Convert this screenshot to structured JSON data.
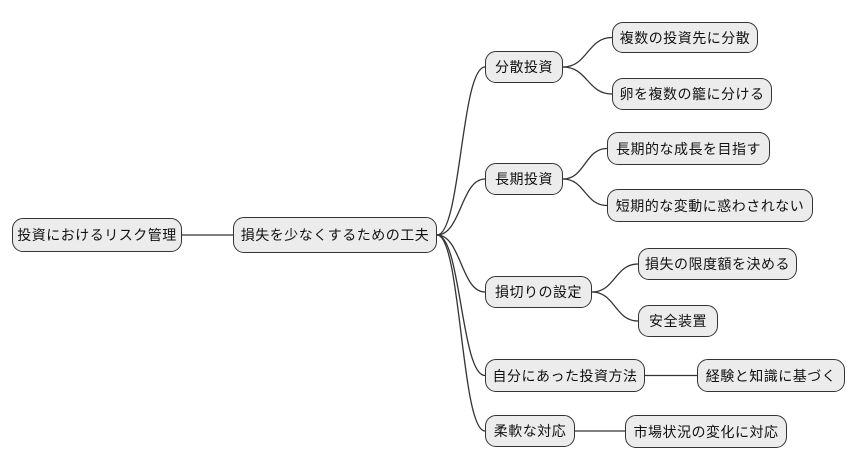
{
  "diagram": {
    "type": "mindmap",
    "background_color": "#ffffff",
    "node_fill_color": "#ececec",
    "node_border_color": "#333333",
    "edge_color": "#333333",
    "text_color": "#111111",
    "nodes": [
      {
        "id": "root",
        "label": "投資におけるリスク管理",
        "parent": null
      },
      {
        "id": "hub",
        "label": "損失を少なくするための工夫",
        "parent": "root"
      },
      {
        "id": "b1",
        "label": "分散投資",
        "parent": "hub"
      },
      {
        "id": "c1a",
        "label": "複数の投資先に分散",
        "parent": "b1"
      },
      {
        "id": "c1b",
        "label": "卵を複数の籠に分ける",
        "parent": "b1"
      },
      {
        "id": "b2",
        "label": "長期投資",
        "parent": "hub"
      },
      {
        "id": "c2a",
        "label": "長期的な成長を目指す",
        "parent": "b2"
      },
      {
        "id": "c2b",
        "label": "短期的な変動に惑わされない",
        "parent": "b2"
      },
      {
        "id": "b3",
        "label": "損切りの設定",
        "parent": "hub"
      },
      {
        "id": "c3a",
        "label": "損失の限度額を決める",
        "parent": "b3"
      },
      {
        "id": "c3b",
        "label": "安全装置",
        "parent": "b3"
      },
      {
        "id": "b4",
        "label": "自分にあった投資方法",
        "parent": "hub"
      },
      {
        "id": "c4",
        "label": "経験と知識に基づく",
        "parent": "b4"
      },
      {
        "id": "b5",
        "label": "柔軟な対応",
        "parent": "hub"
      },
      {
        "id": "c5",
        "label": "市場状況の変化に対応",
        "parent": "b5"
      }
    ]
  }
}
